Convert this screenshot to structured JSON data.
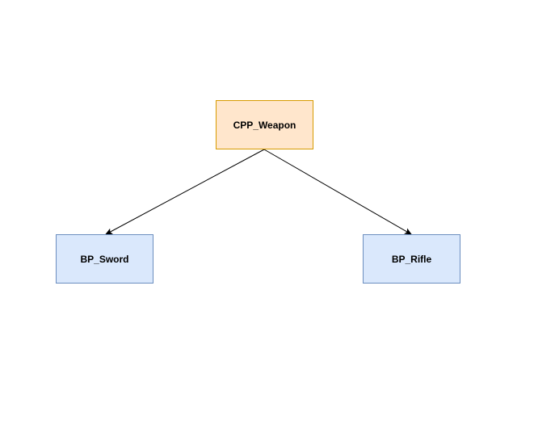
{
  "diagram": {
    "base_class": {
      "label": "CPP_Weapon",
      "fill": "#ffe6cc",
      "stroke": "#d79b00"
    },
    "children": [
      {
        "label": "BP_Sword",
        "fill": "#dae8fc",
        "stroke": "#6c8ebf"
      },
      {
        "label": "BP_Rifle",
        "fill": "#dae8fc",
        "stroke": "#6c8ebf"
      }
    ],
    "edge_color": "#000000",
    "edge_style": "arrow"
  }
}
